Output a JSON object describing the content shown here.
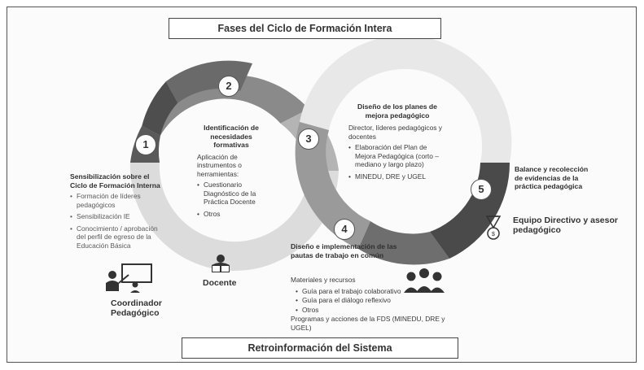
{
  "title": "Fases del Ciclo de Formación Intera",
  "footer": "Retroinformación del Sistema",
  "colors": {
    "dark_gray": "#575757",
    "mid_gray": "#8a8a8a",
    "light_gray": "#cfcfcf",
    "pale_gray": "#e6e6e6",
    "frame": "#555555"
  },
  "numbers": [
    "1",
    "2",
    "3",
    "4",
    "5"
  ],
  "phase1": {
    "heading": "Sensibilización sobre el Ciclo de Formación Interna",
    "items": [
      "Formación de líderes pedagógicos",
      "Sensibilización IE",
      "Conocimiento / aprobación del perfil de egreso de la Educación Básica"
    ]
  },
  "phase2": {
    "heading": "Identificación de necesidades formativas",
    "subheading": "Aplicación de instrumentos o herramientas:",
    "items": [
      "Cuestionario Diagnóstico de la Práctica Docente",
      "Otros"
    ]
  },
  "phase3": {
    "heading": "Diseño de los planes de mejora pedagógico",
    "intro": "Director, líderes pedagógicos y docentes",
    "items": [
      "Elaboración del Plan de Mejora Pedagógica (corto – mediano y largo plazo)",
      "MINEDU, DRE y UGEL"
    ]
  },
  "phase4": {
    "heading": "Diseño e implementación de las pautas de trabajo en común",
    "intro": "Materiales y recursos",
    "items": [
      "Guía para el trabajo colaborativo",
      "Guía para el diálogo reflexivo",
      "Otros"
    ],
    "footer": "Programas y acciones de la FDS (MINEDU, DRE y UGEL)"
  },
  "phase5": {
    "heading": "Balance y recolección de evidencias de la práctica pedagógica"
  },
  "roles": {
    "coordinador": "Coordinador Pedagógico",
    "docente": "Docente",
    "equipo": "Equipo Directivo y asesor pedagógico"
  },
  "icons": [
    "teacher-board-icon",
    "reading-student-icon",
    "group-people-icon",
    "medal-icon"
  ]
}
